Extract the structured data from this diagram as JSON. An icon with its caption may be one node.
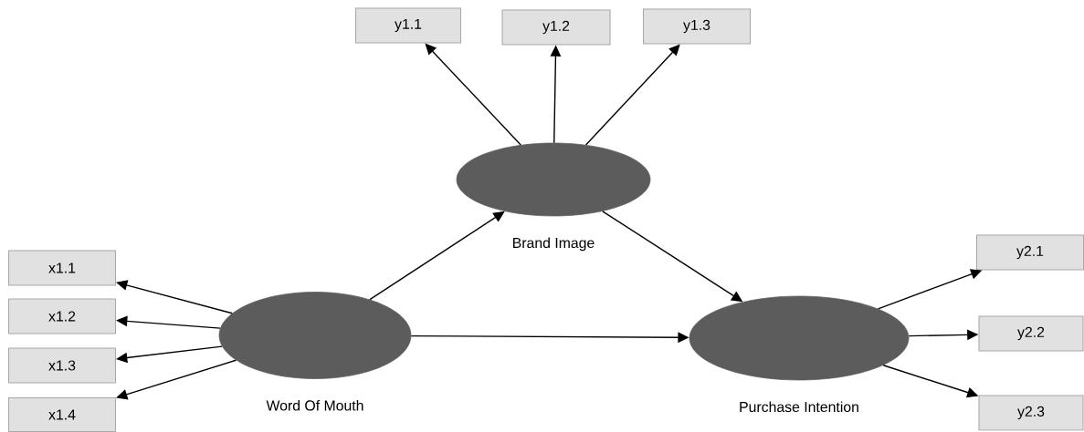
{
  "diagram": {
    "nodes": [
      {
        "text": [
          "y1.1"
        ]
      },
      {
        "text": [
          "y1.2"
        ]
      },
      {
        "text": [
          "y1.3"
        ]
      },
      {
        "text": [
          "Brand Image"
        ]
      },
      {
        "text": [
          "x1.1"
        ]
      },
      {
        "text": [
          "y2.1"
        ]
      },
      {
        "text": [
          "x1.2"
        ]
      },
      {
        "text": [
          "Word Of Mouth"
        ]
      },
      {
        "text": [
          "Purchase Intention"
        ]
      },
      {
        "text": [
          "y2.2"
        ]
      },
      {
        "text": [
          "x1.3"
        ]
      },
      {
        "text": [
          "x1.4"
        ]
      },
      {
        "text": [
          "y2.3"
        ]
      }
    ],
    "edges": [
      {
        "from": 3,
        "to": 0,
        "arrow": "to"
      },
      {
        "from": 3,
        "to": 1,
        "arrow": "to"
      },
      {
        "from": 3,
        "to": 2,
        "arrow": "to"
      },
      {
        "from": 7,
        "to": 4,
        "arrow": "to"
      },
      {
        "from": 7,
        "to": 6,
        "arrow": "to"
      },
      {
        "from": 7,
        "to": 10,
        "arrow": "to"
      },
      {
        "from": 7,
        "to": 11,
        "arrow": "to"
      },
      {
        "from": 7,
        "to": 3,
        "arrow": "to"
      },
      {
        "from": 7,
        "to": 8,
        "arrow": "to"
      },
      {
        "from": 3,
        "to": 8,
        "arrow": "to"
      },
      {
        "from": 8,
        "to": 5,
        "arrow": "to"
      },
      {
        "from": 8,
        "to": 9,
        "arrow": "to"
      },
      {
        "from": 8,
        "to": 12,
        "arrow": "to"
      }
    ]
  }
}
